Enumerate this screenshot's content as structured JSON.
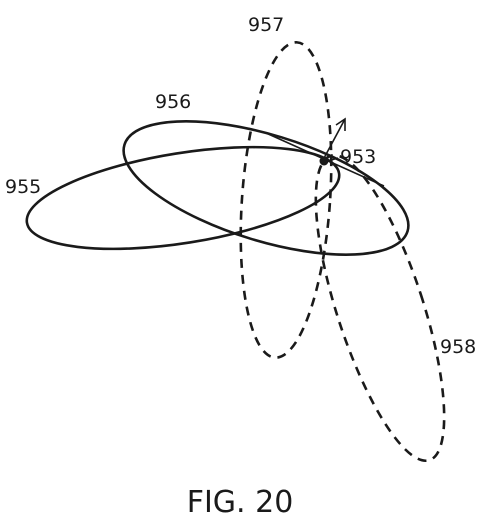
{
  "figure": {
    "caption": "FIG. 20",
    "labels": {
      "ellipse_955": "955",
      "ellipse_956": "956",
      "ellipse_957": "957",
      "ellipse_958": "958",
      "point_953": "953"
    }
  },
  "colors": {
    "line": "#1a1a1a",
    "background": "#ffffff"
  }
}
